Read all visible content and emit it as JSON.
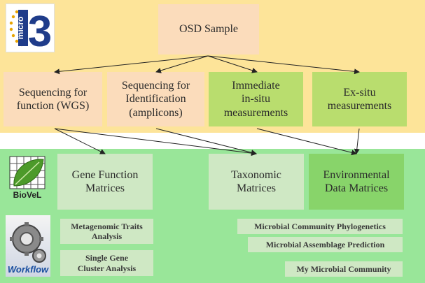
{
  "logos": {
    "micro3": {
      "text_micro": "micro",
      "text_3": "3"
    },
    "biovel": {
      "text": "BioVeL"
    },
    "workflow": {
      "text": "Workflow"
    }
  },
  "nodes": {
    "osd_sample": "OSD Sample",
    "seq_function": "Sequencing for\nfunction (WGS)",
    "seq_identification": "Sequencing for\nIdentification\n(amplicons)",
    "immediate": "Immediate\nin-situ\nmeasurements",
    "ex_situ": "Ex-situ\nmeasurements",
    "gene_function": "Gene Function\nMatrices",
    "taxonomic": "Taxonomic\nMatrices",
    "environmental": "Environmental\nData Matrices"
  },
  "tools": {
    "metagenomic": "Metagenomic Traits\nAnalysis",
    "single_gene": "Single Gene\nCluster Analysis",
    "phylogenetics": "Microbial Community Phylogenetics",
    "assemblage": "Microbial Assemblage Prediction",
    "my_community": "My Microbial Community"
  },
  "colors": {
    "top_panel": "#fde499",
    "bottom_panel": "#99e699",
    "peach_box": "#fbdcbb",
    "lime_box": "#b9dd6e",
    "pale_box": "#cfe8c4",
    "env_box": "#88d46a"
  }
}
